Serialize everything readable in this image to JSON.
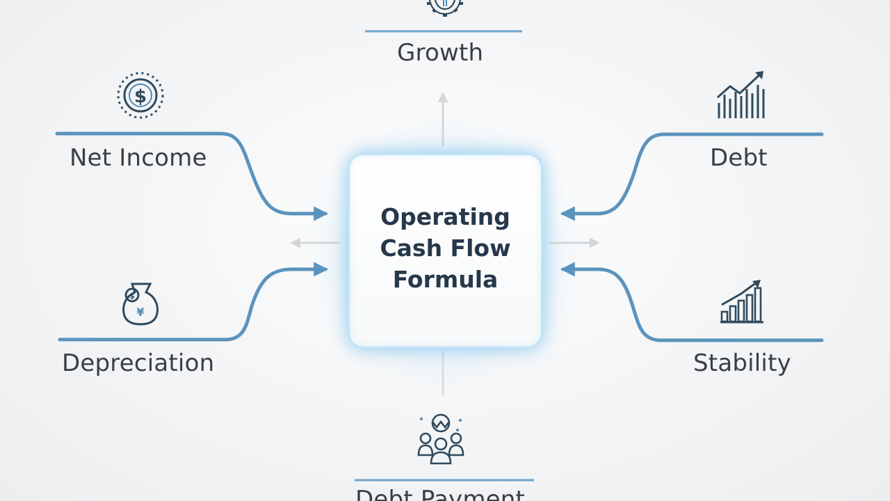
{
  "center": {
    "title": "Operating Cash Flow Formula"
  },
  "nodes": {
    "top": {
      "label": "Growth",
      "icon": "gear-dollar-icon"
    },
    "left_top": {
      "label": "Net Income",
      "icon": "dollar-coin-icon"
    },
    "left_bottom": {
      "label": "Depreciation",
      "icon": "money-bag-icon"
    },
    "right_top": {
      "label": "Debt",
      "icon": "bar-chart-up-icon"
    },
    "right_bottom": {
      "label": "Stability",
      "icon": "bar-chart-rising-icon"
    },
    "bottom": {
      "label": "Debt Payment",
      "icon": "people-group-icon"
    }
  },
  "colors": {
    "accent": "#5b93bd",
    "text": "#3a3f45",
    "title": "#26384a",
    "glow": "#7cc0ea"
  }
}
